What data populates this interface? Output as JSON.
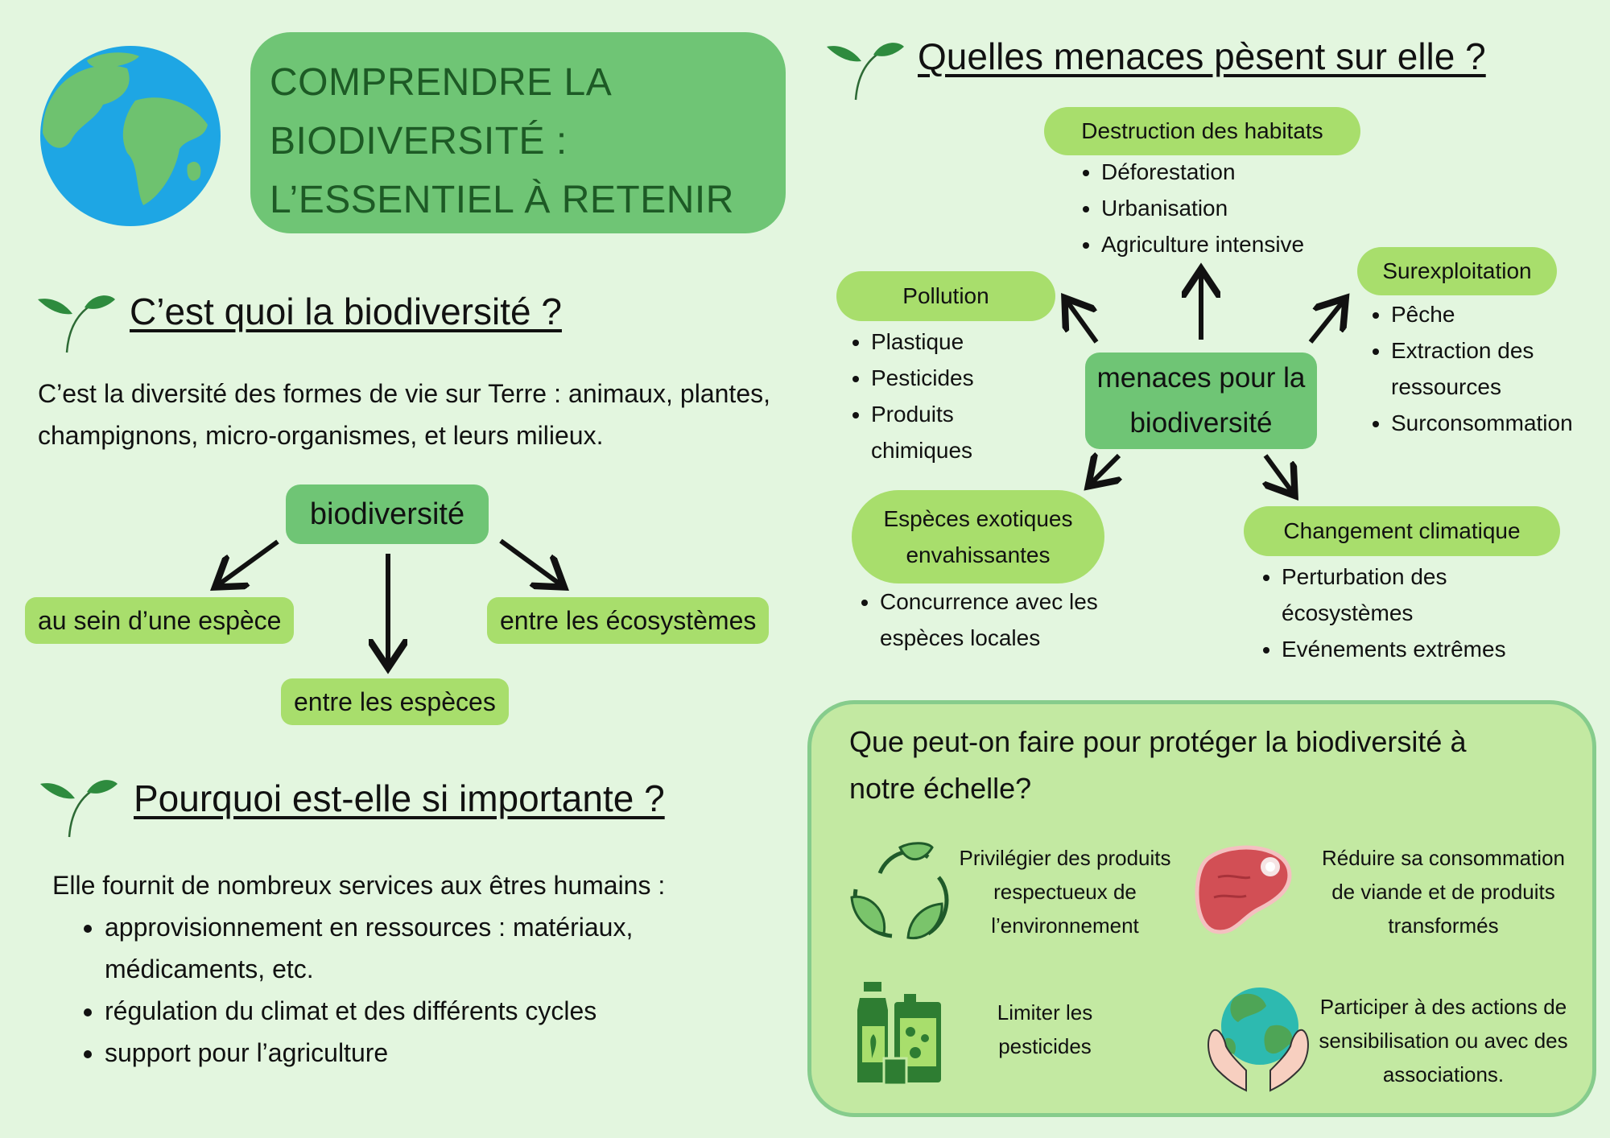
{
  "title": {
    "line1": "COMPRENDRE LA",
    "line2": "BIODIVERSITÉ :",
    "line3": "L’ESSENTIEL À RETENIR"
  },
  "icons": {
    "globe": "globe-icon",
    "sprout": "sprout-icon",
    "recycle": "recycle-leaves-icon",
    "meat": "meat-icon",
    "pesticide": "pesticide-bottles-icon",
    "earth_hands": "earth-in-hands-icon"
  },
  "colors": {
    "background": "#e3f6df",
    "dark_green": "#6fc575",
    "light_green": "#a8de6c",
    "panel": "#c3e9a2",
    "title_text": "#1d5a25"
  },
  "section1": {
    "heading": "C’est quoi la biodiversité ?",
    "text": "C’est la diversité des formes de vie sur Terre : animaux, plantes, champignons, micro-organismes, et leurs milieux.",
    "center": "biodiversité",
    "branches": [
      "au sein d’une espèce",
      "entre les espèces",
      "entre les écosystèmes"
    ]
  },
  "section2": {
    "heading": "Pourquoi est-elle si importante ?",
    "intro": "Elle fournit de nombreux services aux êtres humains :",
    "items": [
      "approvisionnement en ressources : matériaux, médicaments, etc.",
      "régulation du climat et des différents cycles",
      "support pour l’agriculture"
    ]
  },
  "threats": {
    "heading": "Quelles menaces pèsent sur elle ?",
    "center": "menaces pour la biodiversité",
    "destruction": {
      "label": "Destruction des habitats",
      "items": [
        "Déforestation",
        "Urbanisation",
        "Agriculture intensive"
      ]
    },
    "pollution": {
      "label": "Pollution",
      "items": [
        "Plastique",
        "Pesticides",
        "Produits chimiques"
      ]
    },
    "surexploitation": {
      "label": "Surexploitation",
      "items": [
        "Pêche",
        "Extraction des ressources",
        "Surconsommation"
      ]
    },
    "especes": {
      "label": "Espèces exotiques envahissantes",
      "items": [
        "Concurrence avec les espèces locales"
      ]
    },
    "climat": {
      "label": "Changement climatique",
      "items": [
        "Perturbation des écosystèmes",
        "Evénements extrêmes"
      ]
    }
  },
  "actions": {
    "title": "Que peut-on faire pour protéger la biodiversité à notre échelle?",
    "a1": "Privilégier des produits respectueux de l’environnement",
    "a2": "Réduire sa consommation de viande et de produits transformés",
    "a3": "Limiter les pesticides",
    "a4": "Participer à des actions de sensibilisation ou avec des associations."
  }
}
